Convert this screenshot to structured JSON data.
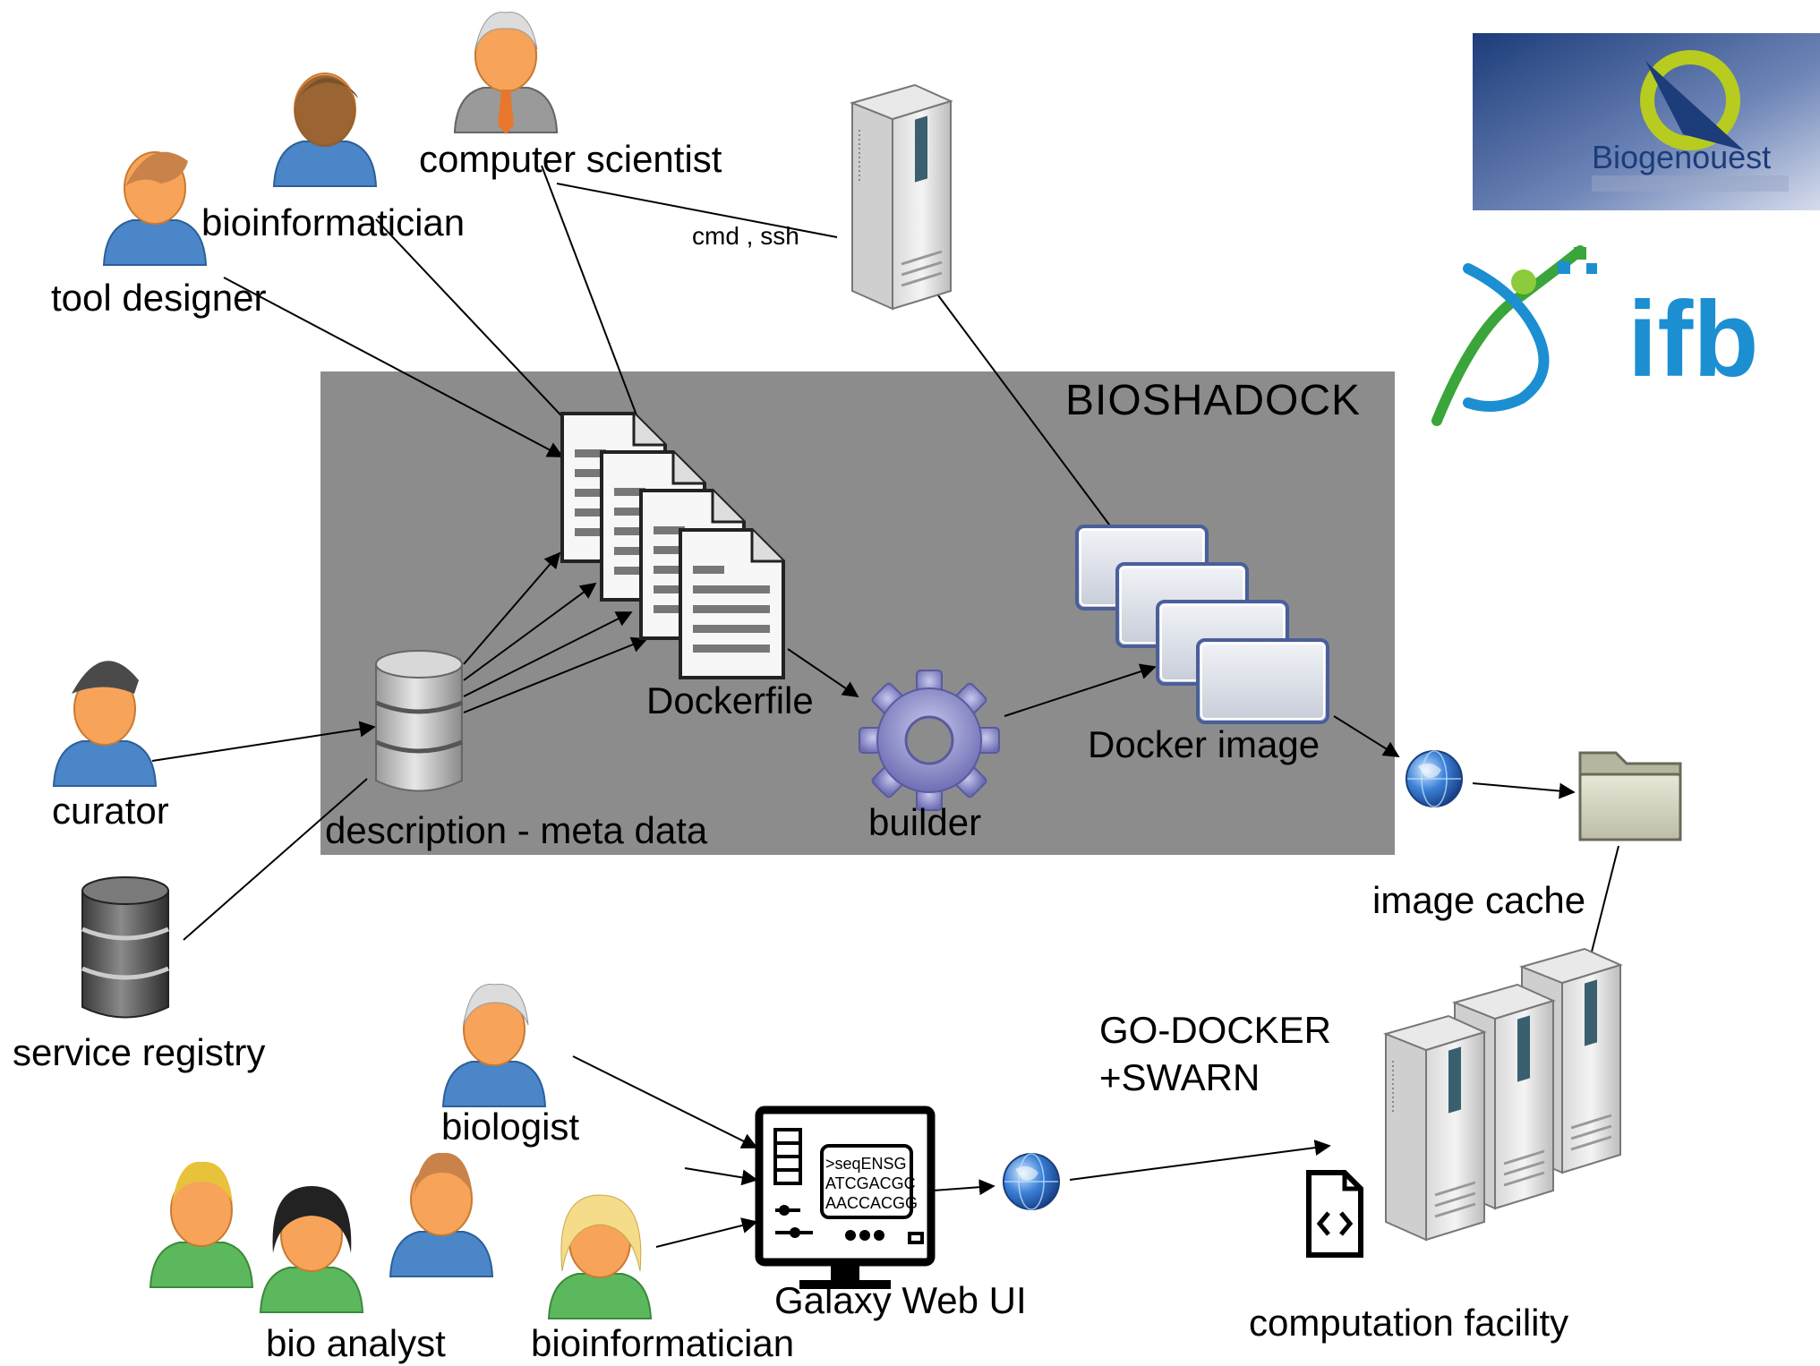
{
  "colors": {
    "box_fill": "#8c8c8c",
    "skin": "#f7a35a",
    "blue_shirt": "#4a86c8",
    "green_shirt": "#5cb85c",
    "ifb_blue": "#1b8fd1"
  },
  "box": {
    "title": "BIOSHADOCK"
  },
  "labels": {
    "tool_designer": "tool designer",
    "bioinformatician_top": "bioinformatician",
    "computer_scientist": "computer scientist",
    "cmd_ssh": "cmd , ssh",
    "curator": "curator",
    "service_registry": "service registry",
    "description": "description - meta data",
    "dockerfile": "Dockerfile",
    "builder": "builder",
    "docker_image": "Docker image",
    "image_cache": "image cache",
    "go_docker_line1": "GO-DOCKER",
    "go_docker_line2": "+SWARN",
    "computation_facility": "computation facility",
    "biologist": "biologist",
    "bio_analyst": "bio analyst",
    "bioinformatician_bottom": "bioinformatician",
    "galaxy": "Galaxy Web UI"
  },
  "galaxy_screen": [
    ">seqENSG",
    "ATCGACGC",
    "AACCACGG"
  ],
  "logos": {
    "biogenouest": "Biogenouest",
    "ifb": "ifb"
  },
  "icons": [
    "person-icon",
    "server-icon",
    "document-stack-icon",
    "database-icon",
    "gear-icon",
    "image-stack-icon",
    "globe-icon",
    "folder-icon",
    "server-rack-icon",
    "code-file-icon",
    "monitor-icon"
  ]
}
